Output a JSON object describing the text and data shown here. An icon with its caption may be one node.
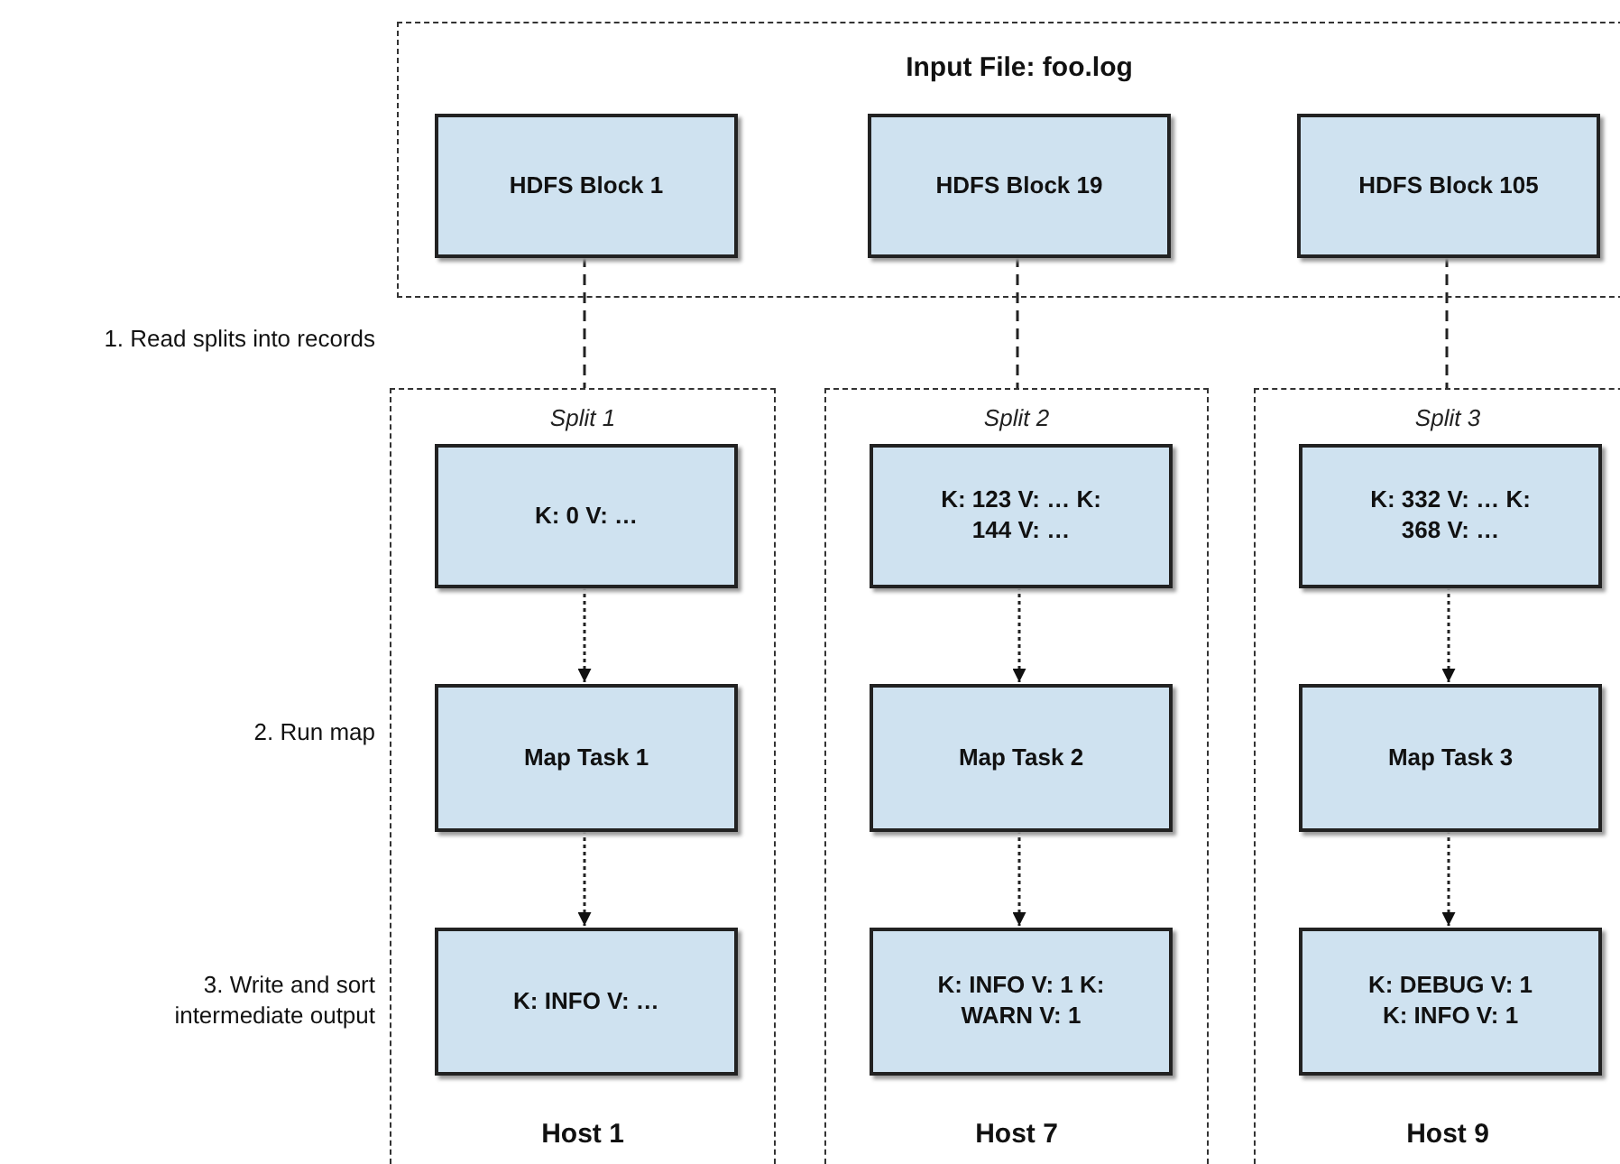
{
  "diagram": {
    "nodes": [
      {
        "text": [
          "Input File: foo.log"
        ]
      },
      {
        "text": [
          "HDFS Block 1"
        ],
        "in": 0
      },
      {
        "text": [
          "HDFS Block 19"
        ],
        "in": 0
      },
      {
        "text": [
          "HDFS Block 105"
        ],
        "in": 0
      },
      {
        "text": [
          "Split 1",
          "Host 1"
        ]
      },
      {
        "text": [
          "K: 0 V: …"
        ],
        "in": 4
      },
      {
        "text": [
          "Map Task 1"
        ],
        "in": 4
      },
      {
        "text": [
          "K: INFO V: …"
        ],
        "in": 4
      },
      {
        "text": [
          "Split 2",
          "Host 7"
        ]
      },
      {
        "text": [
          "K: 123 V: … K: 144 V: …"
        ],
        "in": 8
      },
      {
        "text": [
          "Map Task 2"
        ],
        "in": 8
      },
      {
        "text": [
          "K: INFO V: 1 K: WARN V: 1"
        ],
        "in": 8
      },
      {
        "text": [
          "Split 3",
          "Host 9"
        ]
      },
      {
        "text": [
          "K: 332 V: … K: 368 V: …"
        ],
        "in": 12
      },
      {
        "text": [
          "Map Task 3"
        ],
        "in": 12
      },
      {
        "text": [
          "K: DEBUG V: 1 K: INFO V: 1"
        ],
        "in": 12
      }
    ],
    "edges": [
      {
        "from": 1,
        "to": 4,
        "arrow": "none",
        "style": "dashed"
      },
      {
        "from": 2,
        "to": 8,
        "arrow": "none",
        "style": "dashed"
      },
      {
        "from": 3,
        "to": 12,
        "arrow": "none",
        "style": "dashed"
      },
      {
        "from": 5,
        "to": 6,
        "arrow": "to"
      },
      {
        "from": 6,
        "to": 7,
        "arrow": "to"
      },
      {
        "from": 9,
        "to": 10,
        "arrow": "to"
      },
      {
        "from": 10,
        "to": 11,
        "arrow": "to"
      },
      {
        "from": 13,
        "to": 14,
        "arrow": "to"
      },
      {
        "from": 14,
        "to": 15,
        "arrow": "to"
      }
    ],
    "labels": [
      "1. Read splits into records",
      "2. Run map",
      "3. Write and sort intermediate output"
    ]
  }
}
